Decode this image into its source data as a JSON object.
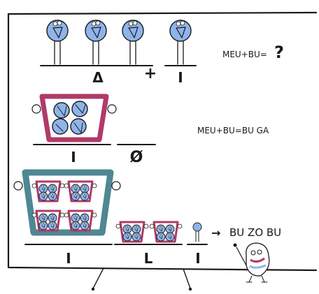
{
  "board": {
    "colors": {
      "bubble": "#8fb4ea",
      "pink_pot": "#b03a68",
      "teal_pot": "#4f8793",
      "ink": "#1a1a1a"
    }
  },
  "row1": {
    "equation": "MEU+BU=",
    "question_mark": "?",
    "symbol_left": "Δ",
    "plus": "+",
    "symbol_right": "I"
  },
  "row2": {
    "equation": "MEU+BU=BU GA",
    "symbol_left": "I",
    "symbol_right": "Ø"
  },
  "row3": {
    "arrow": "→",
    "result": "BU ZO BU",
    "symbol_big": "I",
    "symbol_mid": "L",
    "symbol_small": "I"
  }
}
